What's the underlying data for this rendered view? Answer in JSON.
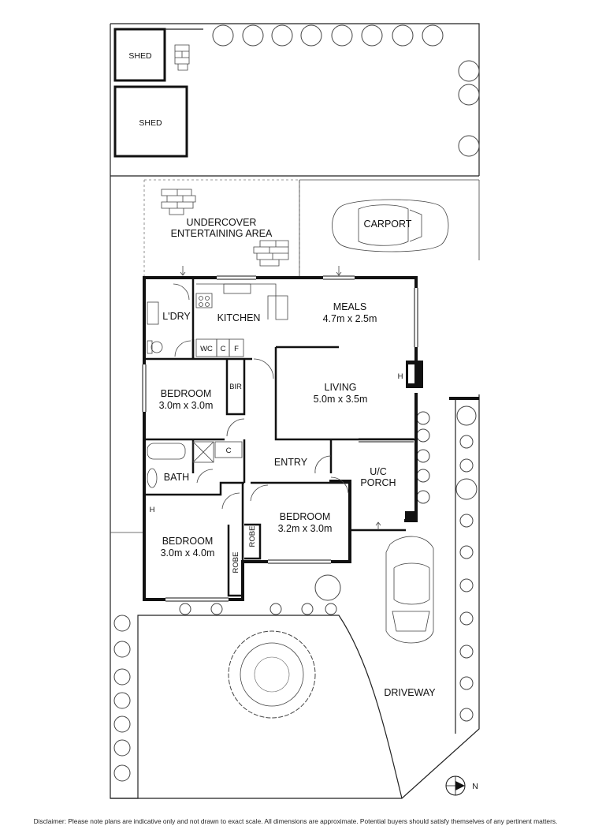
{
  "outbuildings": {
    "shed_1": "SHED",
    "shed_2": "SHED"
  },
  "outdoor": {
    "entertaining_line1": "UNDERCOVER",
    "entertaining_line2": "ENTERTAINING AREA",
    "carport": "CARPORT",
    "porch_line1": "U/C",
    "porch_line2": "PORCH",
    "driveway": "DRIVEWAY"
  },
  "rooms": {
    "laundry": "L'DRY",
    "kitchen": "KITCHEN",
    "meals_name": "MEALS",
    "meals_size": "4.7m x 2.5m",
    "living_name": "LIVING",
    "living_size": "5.0m x 3.5m",
    "bedroom_a_name": "BEDROOM",
    "bedroom_a_size": "3.0m x 3.0m",
    "bedroom_b_name": "BEDROOM",
    "bedroom_b_size": "3.2m x 3.0m",
    "bedroom_c_name": "BEDROOM",
    "bedroom_c_size": "3.0m x 4.0m",
    "bath": "BATH",
    "entry": "ENTRY"
  },
  "fixtures": {
    "wc": "WC",
    "cupboard_c": "C",
    "fridge_f": "F",
    "bir": "BIR",
    "linen_c": "C",
    "robe_1": "ROBE",
    "robe_2": "ROBE",
    "heater_h1": "H",
    "heater_h2": "H"
  },
  "compass": {
    "label": "N"
  },
  "disclaimer": "Disclaimer: Please note plans are indicative only and not drawn to exact scale. All dimensions are approximate. Potential buyers should satisfy themselves of any pertinent matters."
}
